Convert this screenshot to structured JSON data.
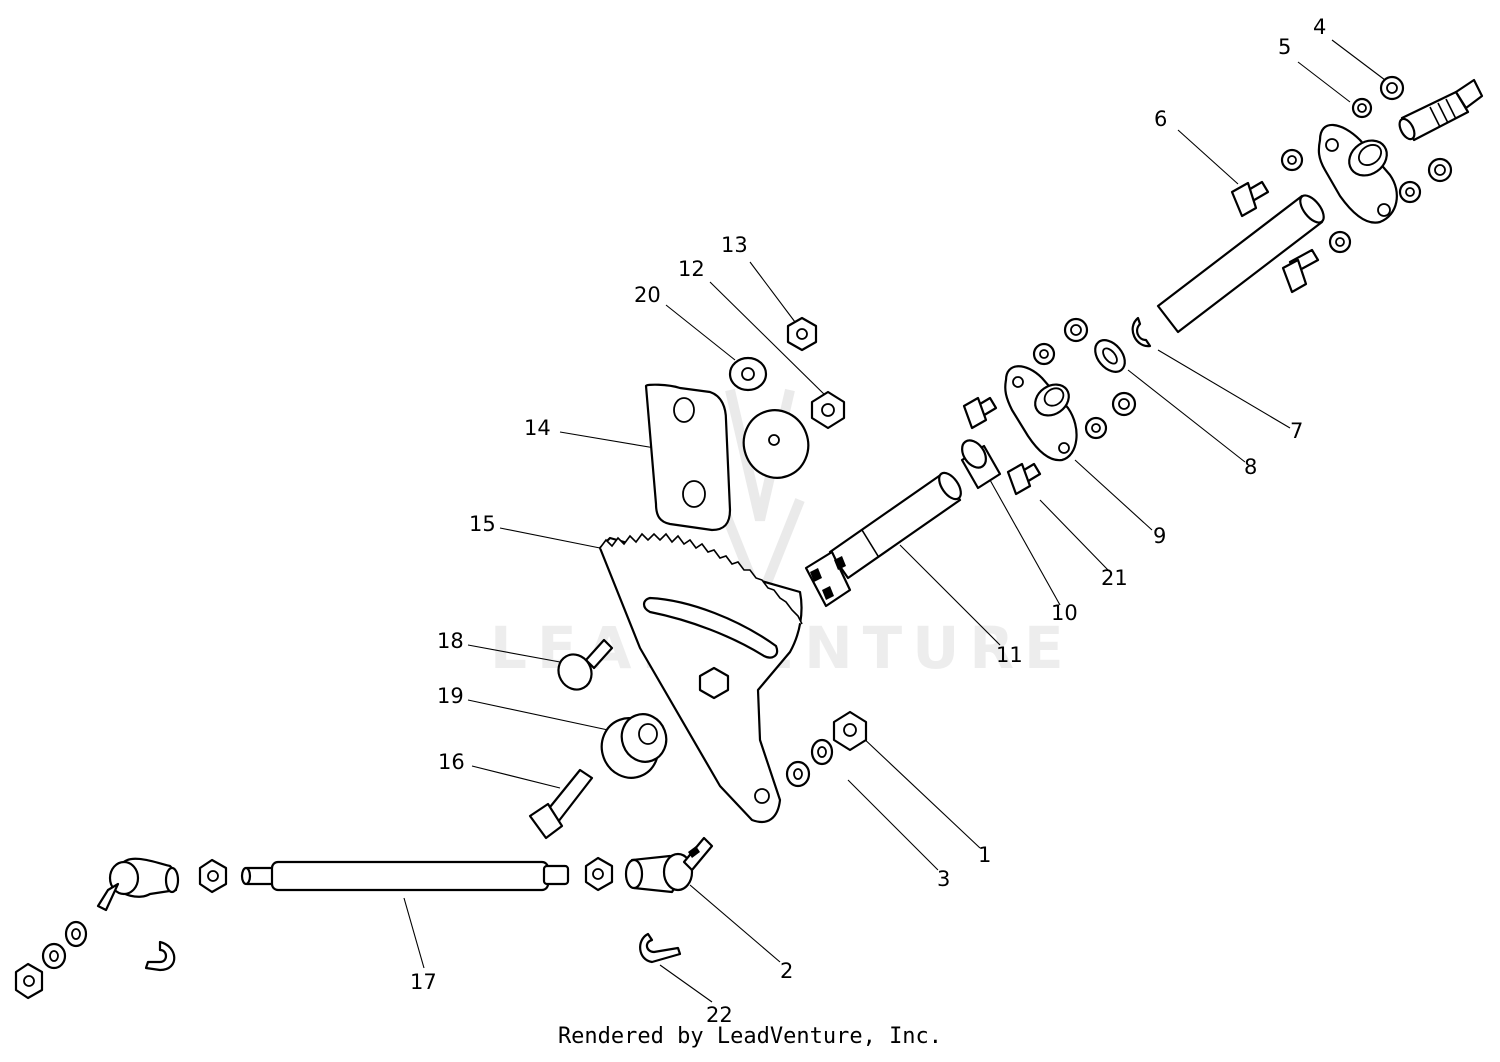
{
  "watermark": "LEADVENTURE",
  "credit": "Rendered by LeadVenture, Inc.",
  "callouts": [
    "1",
    "2",
    "3",
    "4",
    "5",
    "6",
    "7",
    "8",
    "9",
    "10",
    "11",
    "12",
    "13",
    "14",
    "15",
    "16",
    "17",
    "18",
    "19",
    "20",
    "21",
    "22"
  ]
}
